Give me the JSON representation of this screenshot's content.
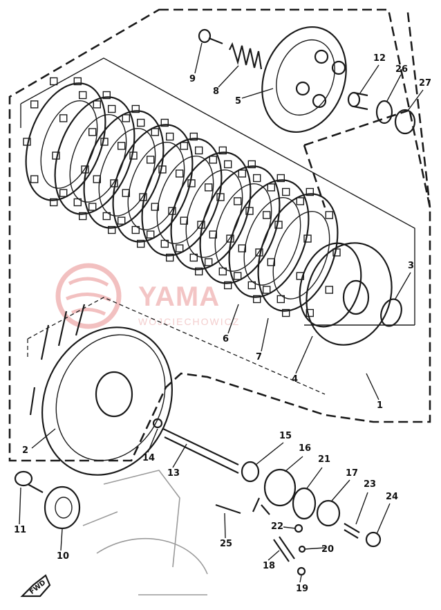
{
  "watermark": {
    "text_line1": "YAMA",
    "text_line2": "WOJCIECHOWICZ",
    "accent_color": "#e88c8c"
  },
  "arrow_label": "FWD",
  "part_labels": [
    "1",
    "2",
    "3",
    "4",
    "5",
    "6",
    "7",
    "8",
    "9",
    "10",
    "11",
    "12",
    "13",
    "14",
    "15",
    "16",
    "17",
    "18",
    "19",
    "20",
    "21",
    "22",
    "23",
    "24",
    "25",
    "26",
    "27"
  ]
}
